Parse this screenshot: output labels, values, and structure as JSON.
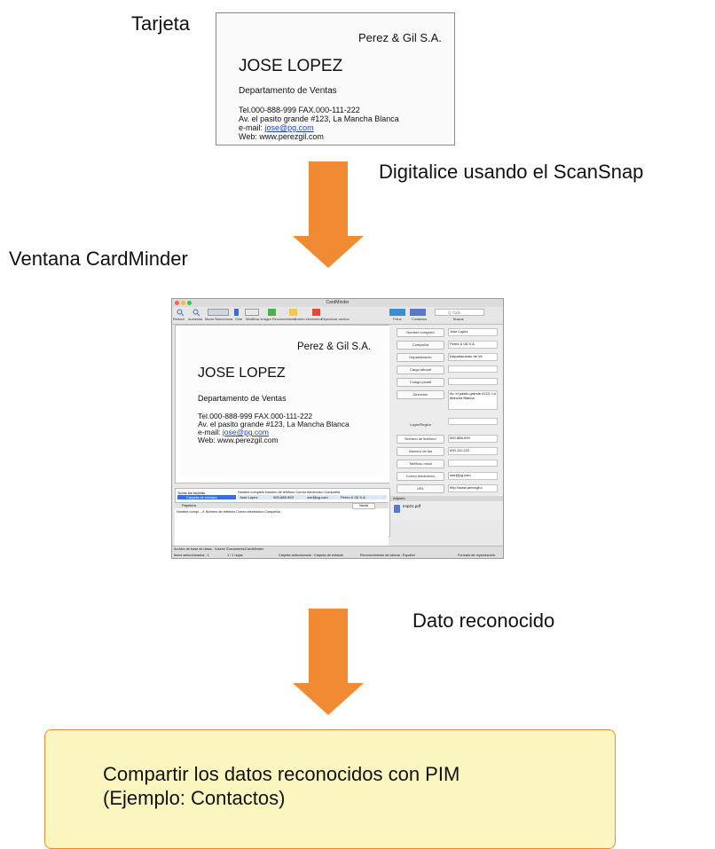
{
  "labels": {
    "card": "Tarjeta",
    "scan": "Digitalice usando el ScanSnap",
    "window": "Ventana CardMinder",
    "recognized": "Dato reconocido"
  },
  "card": {
    "company": "Perez & Gil S.A.",
    "name": "JOSE LOPEZ",
    "department": "Departamento de Ventas",
    "phone_fax": "Tel.000-888-999   FAX.000-111-222",
    "address": "Av. el pasito grande #123, La Mancha Blanca",
    "email_prefix": "e-mail: ",
    "email": "jose@pg.com",
    "web": "Web: www.perezgil.com"
  },
  "window": {
    "title": "CardMinder",
    "search_placeholder": "Q Todo",
    "toolbar": [
      "Reducir",
      "Aumentar",
      "Mover/Seleccionar",
      "Girar",
      "Modificar imagen",
      "Reconocimiento",
      "Correo electrónico",
      "Reproducir archivo",
      "Fotos",
      "Contactos",
      "Buscar"
    ],
    "fields": [
      {
        "label": "Nombre completo",
        "value": "Jose Lopez"
      },
      {
        "label": "Compañía",
        "value": "Perez & Gil S.A."
      },
      {
        "label": "Departamento",
        "value": "Departamento de Ve"
      },
      {
        "label": "Cargo laboral",
        "value": ""
      },
      {
        "label": "Código postal",
        "value": ""
      },
      {
        "label": "Dirección",
        "value": "Av. el pasito grande #123, La Mancha Blanca"
      },
      {
        "label": "Lugar/Región",
        "value": ""
      },
      {
        "label": "Número de teléfono",
        "value": "000-888-999"
      },
      {
        "label": "Número de fax",
        "value": "000-111-222"
      },
      {
        "label": "Teléfono móvil",
        "value": ""
      },
      {
        "label": "Correo electrónico",
        "value": "ose@pg.com"
      },
      {
        "label": "URL",
        "value": "http://www.perezgil.c"
      }
    ],
    "attachment_header": "Adjunto",
    "attachment_file": "tmp01.pdf",
    "tree": [
      "Todas las tarjetas",
      "Carpeta de entrada"
    ],
    "table_header": "Nombre completo  Número de teléfono Correo electrónico  Compañía",
    "table_row": [
      "Jose Lopez",
      "000-888-999",
      "ose@pg.com",
      "Perez & Gil S.A."
    ],
    "paper_header": "Papelera",
    "paper_button": "Vaciar",
    "paper_columns": "Nombre compl... ∧ Número de teléfono Correo electrónico  Compañía",
    "status_path": "Archivo de base de datos : /Users/          /Documents/CardMinder/",
    "status_selected": "Items seleccionados : 1",
    "status_pages": "1 / 1 hojas",
    "status_folder": "Carpeta seleccionada : Carpeta de entrada",
    "status_lang": "Reconocimiento de idioma : Español",
    "status_format": "Formato de reproducción"
  },
  "pim": {
    "line1": "Compartir los datos reconocidos con PIM",
    "line2": "(Ejemplo: Contactos)"
  },
  "colors": {
    "arrow": "#f08a33",
    "pim_box": "#fbf6bf",
    "pim_border": "#f08a33"
  }
}
